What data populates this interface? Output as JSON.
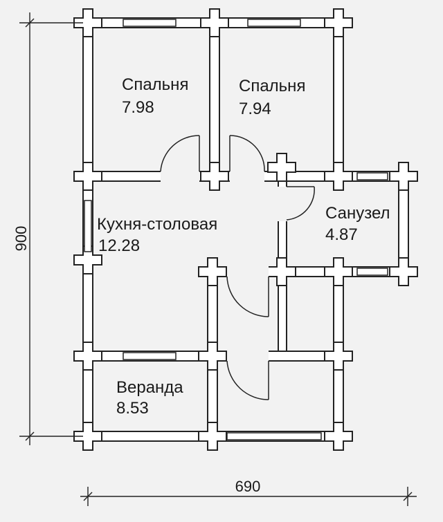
{
  "plan": {
    "rooms": [
      {
        "name": "Спальня",
        "area": "7.98"
      },
      {
        "name": "Спальня",
        "area": "7.94"
      },
      {
        "name": "Кухня-столовая",
        "area": "12.28"
      },
      {
        "name": "Санузел",
        "area": "4.87"
      },
      {
        "name": "Веранда",
        "area": "8.53"
      }
    ],
    "dimensions": {
      "height": "900",
      "width": "690"
    },
    "colors": {
      "wall_fill": "#ffffff",
      "line": "#222222",
      "background": "#f2f2f2"
    }
  }
}
